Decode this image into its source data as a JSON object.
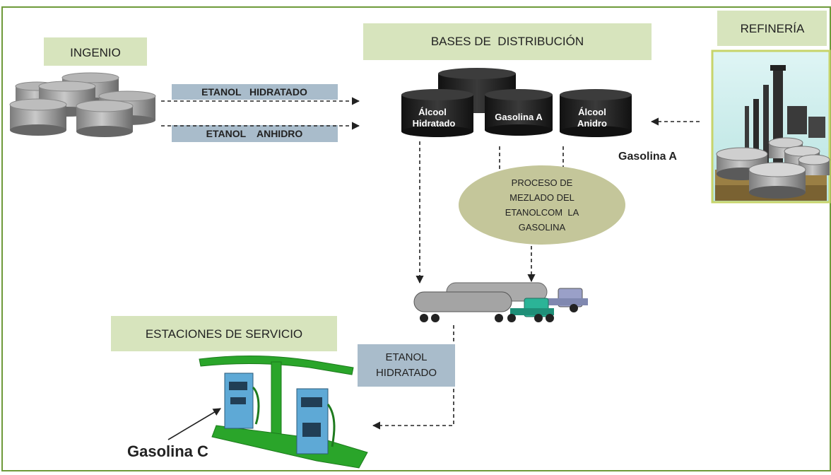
{
  "colors": {
    "frame": "#6e9a3a",
    "label_bg": "#d7e4bd",
    "flow_label_bg": "#a9bccb",
    "ellipse_bg": "#c4c69a",
    "tank_dark": "#2a2a2a",
    "tank_gray": "#9c9c9c",
    "station_green": "#2aa52a",
    "pump_blue": "#5ea9d6"
  },
  "labels": {
    "ingenio": "INGENIO",
    "bases": "BASES DE  DISTRIBUCIÓN",
    "refineria": "REFINERÍA",
    "estaciones": "ESTACIONES DE SERVICIO"
  },
  "flows": {
    "etanol_hidratado": "ETANOL   HIDRATADO",
    "etanol_anhidro": "ETANOL    ANHIDRO",
    "gasolina_a": "Gasolina A",
    "etanol_hidratado_station_l1": "ETANOL",
    "etanol_hidratado_station_l2": "HIDRATADO",
    "gasolina_c": "Gasolina C"
  },
  "tanks": {
    "alcool_hidratado_l1": "Álcool",
    "alcool_hidratado_l2": "Hidratado",
    "gasolina_a": "Gasolina A",
    "alcool_anidro_l1": "Álcool",
    "alcool_anidro_l2": "Anidro"
  },
  "process": {
    "l1": "PROCESO DE",
    "l2": "MEZLADO DEL",
    "l3": "ETANOLCOM  LA",
    "l4": "GASOLINA"
  }
}
